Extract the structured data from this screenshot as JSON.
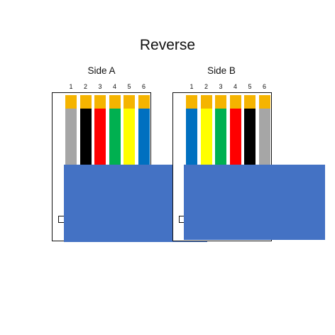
{
  "title": "Reverse",
  "colors": {
    "contact": "#f5b400",
    "jacket": "#4472c4",
    "outline": "#111111",
    "wire_gray": "#a6a6a6",
    "wire_black": "#000000",
    "wire_red": "#ff0000",
    "wire_green": "#00b050",
    "wire_yellow": "#ffff00",
    "wire_blue": "#0070c0"
  },
  "sides": [
    {
      "label": "Side A",
      "pins": [
        {
          "number": "1",
          "wire": "gray",
          "color": "#a6a6a6"
        },
        {
          "number": "2",
          "wire": "black",
          "color": "#000000"
        },
        {
          "number": "3",
          "wire": "red",
          "color": "#ff0000"
        },
        {
          "number": "4",
          "wire": "green",
          "color": "#00b050"
        },
        {
          "number": "5",
          "wire": "yellow",
          "color": "#ffff00"
        },
        {
          "number": "6",
          "wire": "blue",
          "color": "#0070c0"
        }
      ]
    },
    {
      "label": "Side B",
      "pins": [
        {
          "number": "1",
          "wire": "blue",
          "color": "#0070c0"
        },
        {
          "number": "2",
          "wire": "yellow",
          "color": "#ffff00"
        },
        {
          "number": "3",
          "wire": "green",
          "color": "#00b050"
        },
        {
          "number": "4",
          "wire": "red",
          "color": "#ff0000"
        },
        {
          "number": "5",
          "wire": "black",
          "color": "#000000"
        },
        {
          "number": "6",
          "wire": "gray",
          "color": "#a6a6a6"
        }
      ]
    }
  ]
}
